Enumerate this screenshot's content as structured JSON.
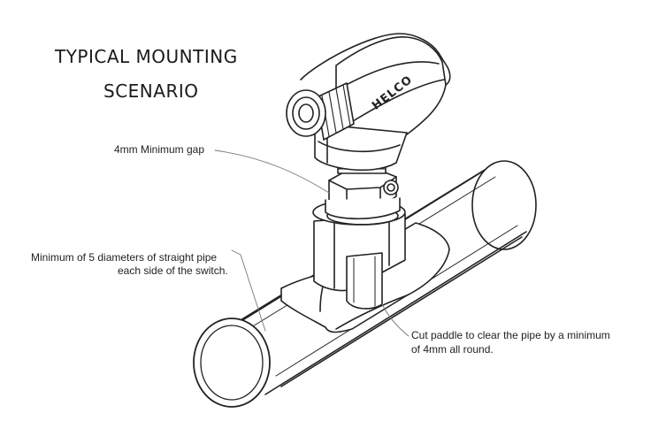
{
  "title": {
    "line1": "TYPICAL MOUNTING",
    "line2": "SCENARIO"
  },
  "device_brand": "HELCO",
  "callouts": {
    "gap": "4mm Minimum gap",
    "straight_pipe_line1": "Minimum of 5 diameters of straight pipe",
    "straight_pipe_line2": "each side of the switch.",
    "paddle_line1": "Cut paddle to clear the pipe by a minimum",
    "paddle_line2": "of 4mm all round."
  }
}
